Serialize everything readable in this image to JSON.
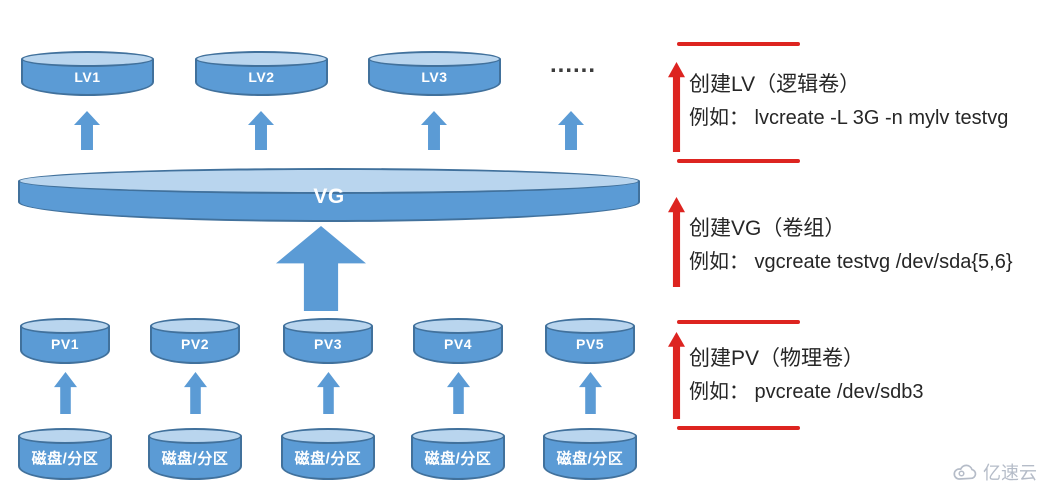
{
  "colors": {
    "cylinder_fill": "#5b9bd5",
    "cylinder_top": "#b9d5ee",
    "cylinder_border": "#41719c",
    "arrow_blue": "#5b9bd5",
    "accent_red": "#dd2420",
    "text_dark": "#262626",
    "watermark_gray": "#b5bcc8",
    "background": "#ffffff"
  },
  "diagram": {
    "lv_row": {
      "items": [
        {
          "label": "LV1"
        },
        {
          "label": "LV2"
        },
        {
          "label": "LV3"
        }
      ],
      "ellipsis": "......"
    },
    "vg": {
      "label": "VG"
    },
    "pv_row": {
      "items": [
        {
          "label": "PV1"
        },
        {
          "label": "PV2"
        },
        {
          "label": "PV3"
        },
        {
          "label": "PV4"
        },
        {
          "label": "PV5"
        }
      ]
    },
    "disk_row": {
      "items": [
        {
          "label": "磁盘/分区"
        },
        {
          "label": "磁盘/分区"
        },
        {
          "label": "磁盘/分区"
        },
        {
          "label": "磁盘/分区"
        },
        {
          "label": "磁盘/分区"
        }
      ]
    }
  },
  "annotations": [
    {
      "title": "创建LV（逻辑卷）",
      "example": "例如： lvcreate -L 3G -n mylv testvg"
    },
    {
      "title": "创建VG（卷组）",
      "example": "例如： vgcreate testvg /dev/sda{5,6}"
    },
    {
      "title": "创建PV（物理卷）",
      "example": "例如： pvcreate /dev/sdb3"
    }
  ],
  "watermark": {
    "text": "亿速云"
  }
}
